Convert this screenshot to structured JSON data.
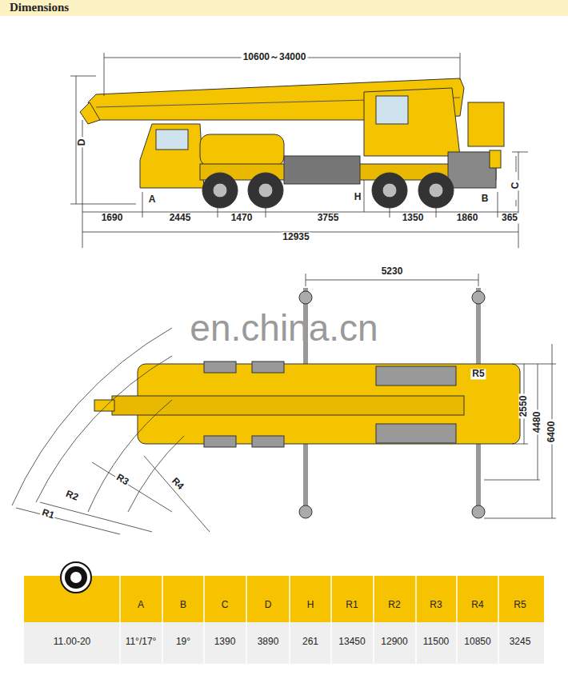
{
  "diagram": {
    "title": "Dimensions",
    "labels": [
      "10600～34000",
      "D",
      "A",
      "H",
      "C",
      "B",
      "1690",
      "2445",
      "1470",
      "3755",
      "1350",
      "1860",
      "365",
      "12935",
      "5230",
      "R5",
      "2550",
      "4480",
      "6400",
      "R1",
      "R2",
      "R3",
      "R4",
      "en.china.cn",
      "A",
      "B",
      "C",
      "D",
      "H",
      "R1",
      "R2",
      "R3",
      "R4",
      "R5",
      "11.00-20",
      "11°/17°",
      "19°",
      "1390",
      "3890",
      "261",
      "13450",
      "12900",
      "11500",
      "10850",
      "3245"
    ]
  }
}
